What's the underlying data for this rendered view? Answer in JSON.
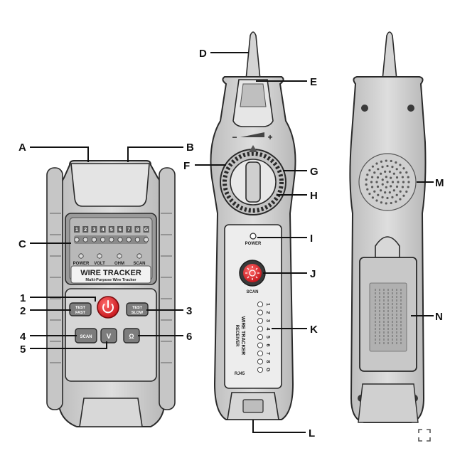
{
  "callout_letters": {
    "A": "A",
    "B": "B",
    "C": "C",
    "D": "D",
    "E": "E",
    "F": "F",
    "G": "G",
    "H": "H",
    "I": "I",
    "J": "J",
    "K": "K",
    "L": "L",
    "M": "M",
    "N": "N"
  },
  "callout_numbers": {
    "n1": "1",
    "n2": "2",
    "n3": "3",
    "n4": "4",
    "n5": "5",
    "n6": "6"
  },
  "transmitter": {
    "led_numbers": [
      "1",
      "2",
      "3",
      "4",
      "5",
      "6",
      "7",
      "8",
      "G"
    ],
    "mode_labels": [
      "POWER",
      "VOLT",
      "OHM",
      "SCAN"
    ],
    "title": "WIRE TRACKER",
    "subtitle": "Multi-Purpose Wire Tracker",
    "test_fast_line1": "TEST",
    "test_fast_line2": "FAST",
    "test_slow_line1": "TEST",
    "test_slow_line2": "SLOW",
    "scan_label": "SCAN",
    "volt_label": "V",
    "ohm_label": "Ω"
  },
  "receiver": {
    "volume_minus": "−",
    "volume_plus": "+",
    "power_label": "POWER",
    "scan_label": "SCAN",
    "pin_numbers": [
      "1",
      "2",
      "3",
      "4",
      "5",
      "6",
      "7",
      "8",
      "G"
    ],
    "title_line1": "WIRE TRACKER",
    "title_line2": "RECEIVER",
    "rj45_label": "RJ45"
  },
  "colors": {
    "body": "#cfcfcf",
    "panel": "#e6e6e6",
    "outline": "#2a2a2a",
    "power_button": "#e3262b"
  },
  "icons": {
    "expand": "expand-corners-icon"
  }
}
